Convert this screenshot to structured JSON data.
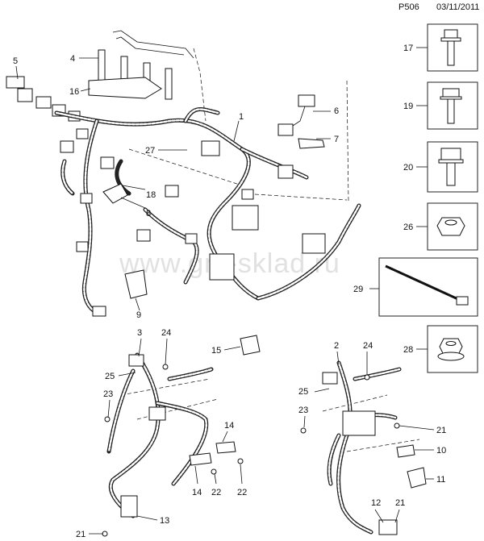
{
  "header": {
    "code": "P506",
    "date": "03/11/2011"
  },
  "watermark": {
    "text": "www.gm-sklad.ru"
  },
  "main_callouts": [
    "5",
    "4",
    "16",
    "1",
    "6",
    "7",
    "27",
    "18",
    "8",
    "9",
    "3",
    "24",
    "15",
    "25",
    "23",
    "14",
    "22",
    "13",
    "21",
    "2",
    "10",
    "11",
    "12",
    "29"
  ],
  "fastener_panel": [
    {
      "id": "17",
      "icon": "flange-bolt-icon"
    },
    {
      "id": "19",
      "icon": "hex-bolt-icon"
    },
    {
      "id": "20",
      "icon": "large-hex-bolt-icon"
    },
    {
      "id": "26",
      "icon": "hex-nut-icon"
    },
    {
      "id": "29",
      "icon": "cable-tie-icon"
    },
    {
      "id": "28",
      "icon": "flange-nut-icon"
    }
  ],
  "labels": {
    "l1": "1",
    "l2": "2",
    "l3": "3",
    "l4": "4",
    "l5": "5",
    "l6": "6",
    "l7": "7",
    "l8": "8",
    "l9": "9",
    "l10": "10",
    "l11": "11",
    "l12": "12",
    "l13": "13",
    "l14": "14",
    "l15": "15",
    "l16": "16",
    "l18": "18",
    "l21": "21",
    "l22": "22",
    "l23": "23",
    "l24": "24",
    "l25": "25",
    "l27": "27",
    "l29": "29"
  }
}
